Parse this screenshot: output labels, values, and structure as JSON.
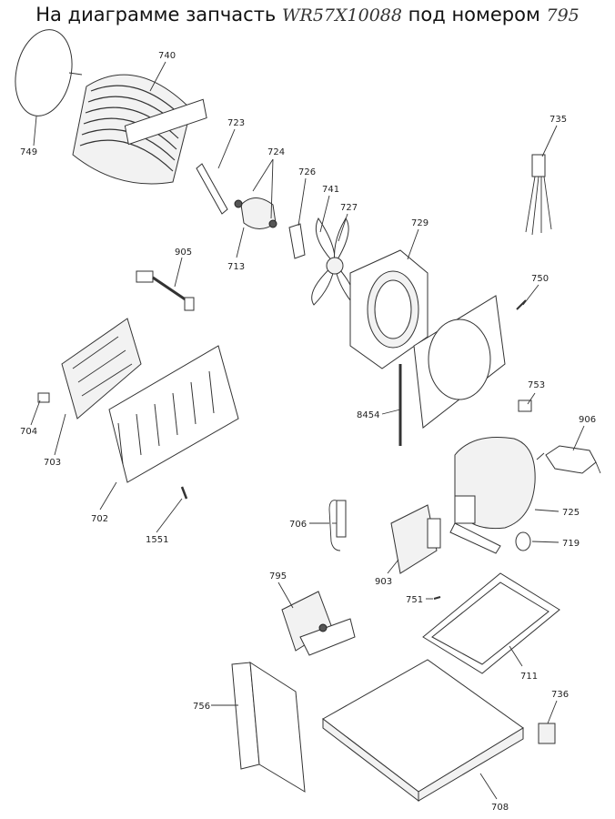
{
  "title": {
    "prefix": "На диаграмме запчасть",
    "part_number": "WR57X10088",
    "middle": "под номером",
    "callout": "795"
  },
  "callouts": {
    "p740": "740",
    "p749": "749",
    "p723": "723",
    "p724": "724",
    "p726": "726",
    "p741": "741",
    "p727": "727",
    "p735": "735",
    "p905": "905",
    "p713": "713",
    "p729": "729",
    "p750": "750",
    "p753": "753",
    "p8454": "8454",
    "p704": "704",
    "p703": "703",
    "p906": "906",
    "p702": "702",
    "p1551": "1551",
    "p706": "706",
    "p725": "725",
    "p719": "719",
    "p903": "903",
    "p795": "795",
    "p751": "751",
    "p711": "711",
    "p756": "756",
    "p736": "736",
    "p708": "708"
  }
}
